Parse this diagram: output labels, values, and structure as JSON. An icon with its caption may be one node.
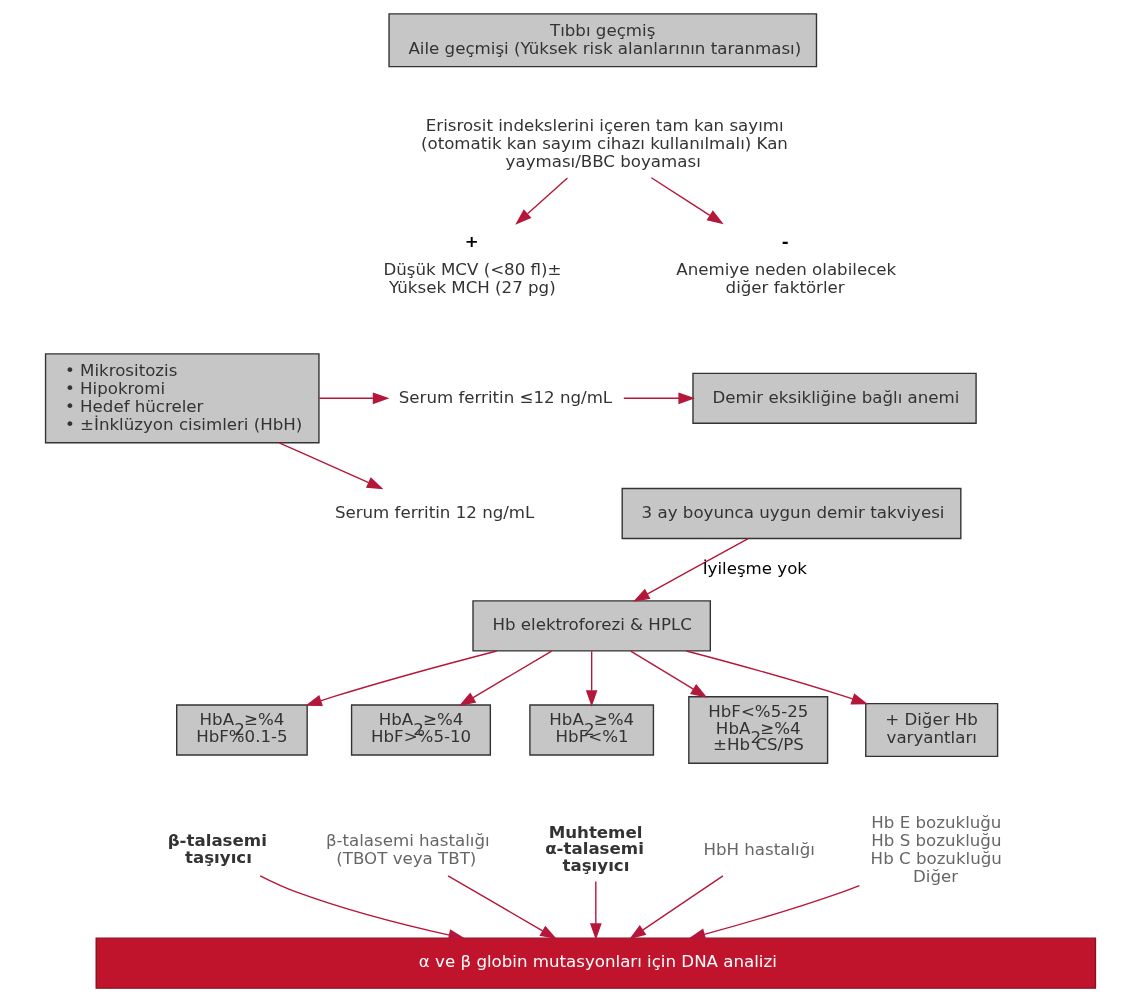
{
  "diagram": {
    "nodes": [
      {
        "text": [
          "Tıbbı geçmiş",
          "Aile geçmişi (Yüksek risk alanlarının taranması)"
        ]
      },
      {
        "text": [
          "Erisrosit indekslerini içeren tam kan sayımı (otomatik kan sayım cihazı kullanılmalı) Kan yayması/BBC boyaması"
        ]
      },
      {
        "text": [
          "Düşük MCV (<80 fl)± Yüksek MCH (27 pg)"
        ],
        "beside": [
          "+"
        ]
      },
      {
        "text": [
          "Anemiye neden olabilecek diğer faktörler"
        ],
        "beside": [
          "-"
        ]
      },
      {
        "text": [
          "• Mikrositozis",
          "• Hipokromi",
          "• Hedef hücreler",
          "• ±İnklüzyon cisimleri (HbH)"
        ]
      },
      {
        "text": [
          "Serum ferritin ≤12 ng/mL"
        ]
      },
      {
        "text": [
          "Demir eksikliğine bağlı anemi"
        ]
      },
      {
        "text": [
          "3 ay boyunca uygun demir takviyesi"
        ]
      },
      {
        "text": [
          "Serum ferritin 12 ng/mL"
        ]
      },
      {
        "text": [
          "Hb elektroforezi & HPLC"
        ]
      },
      {
        "text": [
          "HbA$_{2}$≥%4",
          "HbF%0.1-5"
        ]
      },
      {
        "text": [
          "HbA$_{2}$≥%4",
          "HbF>%5-10"
        ]
      },
      {
        "text": [
          "HbA$_{2}$≥%4",
          "HbF<%1"
        ]
      },
      {
        "text": [
          "HbF<%5-25",
          "HbA$_{2}$≥%4",
          "±Hb CS/PS"
        ]
      },
      {
        "text": [
          "+ Diğer Hb varyantları"
        ]
      },
      {
        "text": [
          "β-talasemi taşıyıcı"
        ]
      },
      {
        "text": [
          "β-talasemi hastalığı",
          "(TBOT veya TBT)"
        ]
      },
      {
        "text": [
          "Muhtemel α-talasemi taşıyıcı"
        ]
      },
      {
        "text": [
          "HbH hastalığı"
        ]
      },
      {
        "text": [
          "Hb E bozukluğu",
          "Hb S bozukluğu",
          "Hb C bozukluğu",
          "Diğer"
        ]
      },
      {
        "text": [
          "α ve β globin mutasyonları için DNA analizi"
        ]
      }
    ],
    "edges": [
      {
        "from": 1,
        "to": 2,
        "arrow": "to"
      },
      {
        "from": 1,
        "to": 3,
        "arrow": "to"
      },
      {
        "from": 4,
        "to": 5,
        "arrow": "to"
      },
      {
        "from": 5,
        "to": 6,
        "arrow": "to"
      },
      {
        "from": 4,
        "to": 8,
        "arrow": "to"
      },
      {
        "from": 7,
        "to": 9,
        "arrow": "to",
        "label": "İyileşme yok"
      },
      {
        "from": 9,
        "to": 10,
        "arrow": "to"
      },
      {
        "from": 9,
        "to": 11,
        "arrow": "to"
      },
      {
        "from": 9,
        "to": 12,
        "arrow": "to"
      },
      {
        "from": 9,
        "to": 13,
        "arrow": "to"
      },
      {
        "from": 9,
        "to": 14,
        "arrow": "to"
      },
      {
        "from": 15,
        "to": 20,
        "arrow": "to"
      },
      {
        "from": 16,
        "to": 20,
        "arrow": "to"
      },
      {
        "from": 17,
        "to": 20,
        "arrow": "to"
      },
      {
        "from": 18,
        "to": 20,
        "arrow": "to"
      },
      {
        "from": 19,
        "to": 20,
        "arrow": "to"
      }
    ]
  }
}
